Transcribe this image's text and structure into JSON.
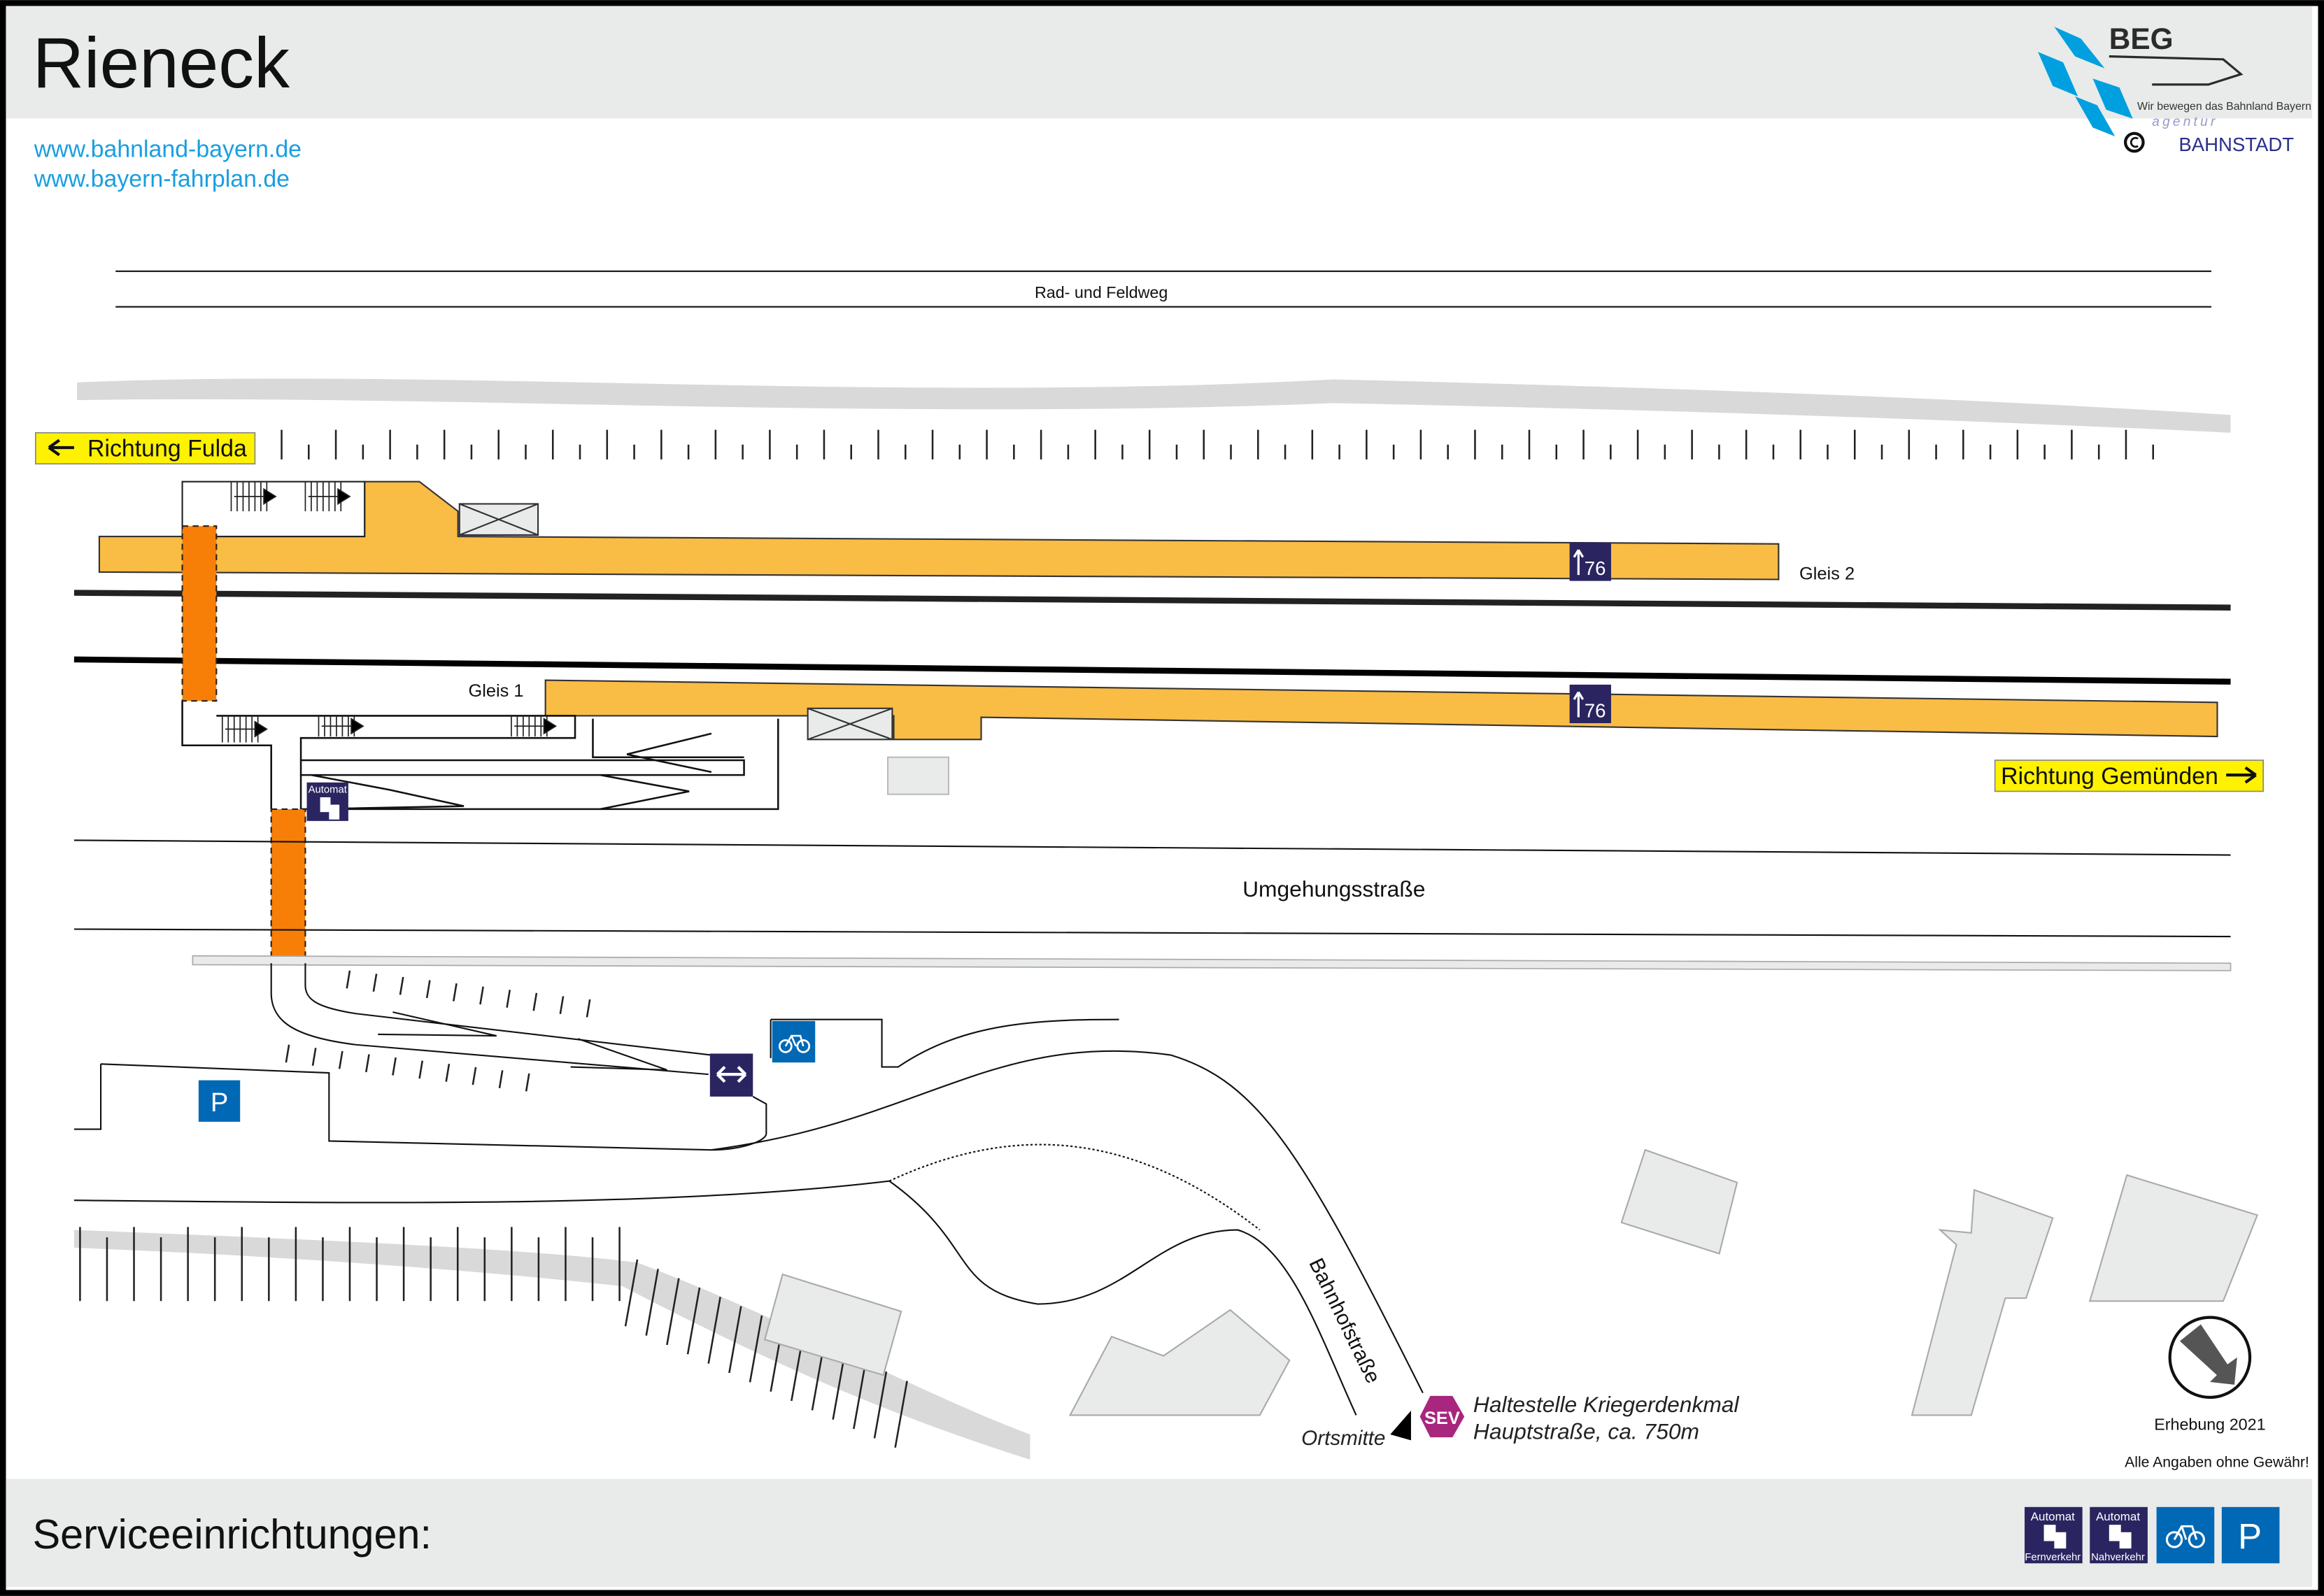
{
  "header": {
    "title": "Rieneck",
    "links": [
      "www.bahnland-bayern.de",
      "www.bayern-fahrplan.de"
    ],
    "logo_text": "BEG",
    "logo_slogan": "Wir bewegen das Bahnland Bayern",
    "copyright_agency_small": "agentur",
    "copyright_agency": "BAHNSTADT"
  },
  "map": {
    "path_label": "Rad- und Feldweg",
    "direction_west": "Richtung Fulda",
    "direction_east": "Richtung Gemünden",
    "track2_label": "Gleis 2",
    "track1_label": "Gleis 1",
    "platform_sign_number": "76",
    "road_label": "Umgehungsstraße",
    "street_label": "Bahnhofstraße",
    "town_center_label": "Ortsmitte",
    "sev_badge": "SEV",
    "sev_stop_line1": "Haltestelle Kriegerdenkmal",
    "sev_stop_line2": "Hauptstraße, ca. 750m",
    "automat_label": "Automat",
    "survey": "Erhebung 2021",
    "disclaimer": "Alle Angaben ohne Gewähr!"
  },
  "footer": {
    "title": "Serviceeinrichtungen:",
    "services": [
      {
        "icon": "ticket-machine-icon",
        "top": "Automat",
        "bottom": "Fernverkehr"
      },
      {
        "icon": "ticket-machine-icon",
        "top": "Automat",
        "bottom": "Nahverkehr"
      },
      {
        "icon": "bicycle-parking-icon"
      },
      {
        "icon": "parking-icon",
        "label": "P"
      }
    ]
  },
  "colors": {
    "platform": "#f9bc45",
    "tunnel": "#f77f08",
    "direction_sign": "#fff200",
    "service_blue": "#0068b4",
    "service_navy": "#2a2560",
    "sev": "#a8267e",
    "link": "#1a9ee0",
    "band": "#e9ebea"
  }
}
